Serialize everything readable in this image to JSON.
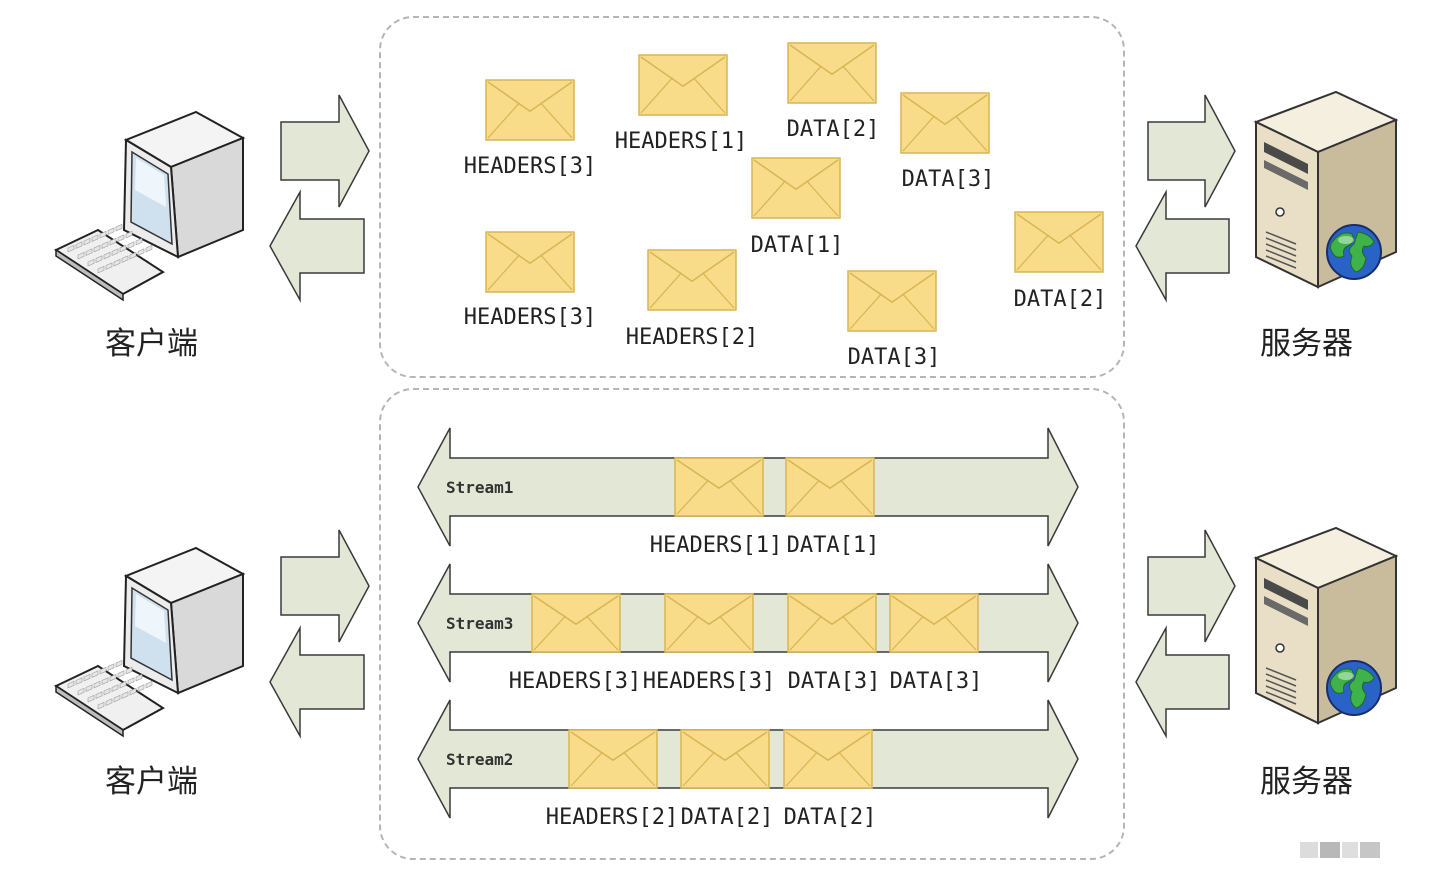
{
  "top": {
    "client_label": "客户端",
    "server_label": "服务器",
    "frames": [
      {
        "label": "HEADERS[3]"
      },
      {
        "label": "HEADERS[1]"
      },
      {
        "label": "DATA[2]"
      },
      {
        "label": "DATA[3]"
      },
      {
        "label": "DATA[1]"
      },
      {
        "label": "HEADERS[3]"
      },
      {
        "label": "HEADERS[2]"
      },
      {
        "label": "DATA[3]"
      },
      {
        "label": "DATA[2]"
      }
    ]
  },
  "bottom": {
    "client_label": "客户端",
    "server_label": "服务器",
    "streams": [
      {
        "name": "Stream1",
        "frames": [
          "HEADERS[1]",
          "DATA[1]"
        ]
      },
      {
        "name": "Stream3",
        "frames": [
          "HEADERS[3]",
          "HEADERS[3]",
          "DATA[3]",
          "DATA[3]"
        ]
      },
      {
        "name": "Stream2",
        "frames": [
          "HEADERS[2]",
          "DATA[2]",
          "DATA[2]"
        ]
      }
    ]
  },
  "colors": {
    "envelope_fill": "#f8dc8a",
    "envelope_stroke": "#d9b553",
    "arrow_fill": "#e3e8d6",
    "arrow_stroke": "#3a3a3a"
  },
  "icons": {
    "client": "desktop-computer-icon",
    "server": "server-globe-icon",
    "frame": "envelope-icon"
  }
}
